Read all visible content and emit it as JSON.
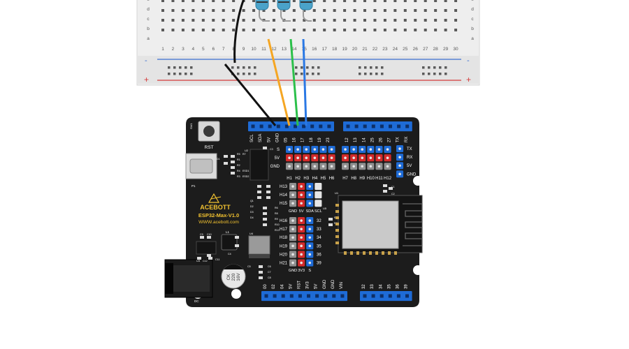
{
  "breadboard": {
    "row_letters_top": [
      "e",
      "d",
      "c",
      "b",
      "a"
    ],
    "column_numbers": [
      "1",
      "2",
      "3",
      "4",
      "5",
      "6",
      "7",
      "8",
      "9",
      "10",
      "11",
      "12",
      "13",
      "14",
      "15",
      "16",
      "17",
      "18",
      "19",
      "20",
      "21",
      "22",
      "23",
      "24",
      "25",
      "26",
      "27",
      "28",
      "29",
      "30"
    ],
    "rail_minus": "-",
    "rail_plus": "+"
  },
  "board": {
    "brand": "ACEBOTT",
    "model": "ESP32-Max-V1.0",
    "website": "WWW.acebott.com",
    "rst_label": "RST",
    "sw_label": "SW1",
    "p1_label": "P1",
    "dc_label": "DC",
    "l1_label": "L1",
    "u1_label": "U1",
    "u2_label": "U2",
    "u3_label": "U3",
    "u4_label": "U4",
    "u5_label": "U5",
    "cap_lines": [
      "CK",
      "220",
      "16V"
    ],
    "top_header_left": [
      "SCL",
      "SDA",
      "5V",
      "GND",
      "05",
      "16",
      "17",
      "18",
      "19",
      "23"
    ],
    "top_header_right": [
      "12",
      "13",
      "14",
      "25",
      "26",
      "27",
      "TX",
      "RX"
    ],
    "row_labels_sv_g": [
      "S",
      "5V",
      "GND"
    ],
    "h_labels_top": [
      "H1",
      "H2",
      "H3",
      "H4",
      "H5",
      "H6",
      "H7",
      "H8",
      "H9",
      "H10",
      "H11",
      "H12"
    ],
    "uart_labels": [
      "TX",
      "RX",
      "5V",
      "GND"
    ],
    "mid_left_labels": [
      "H13",
      "H14",
      "H15"
    ],
    "mid_bottom_labels": [
      "GND",
      "5V",
      "SDA",
      "SCL"
    ],
    "lower_left_labels": [
      "H16",
      "H17",
      "H18",
      "H19",
      "H20",
      "H21"
    ],
    "lower_right_labels": [
      "32",
      "33",
      "34",
      "35",
      "36",
      "39"
    ],
    "lower_bottom_labels": [
      "GND",
      "3V3",
      "S"
    ],
    "bottom_header_left": [
      "00",
      "02",
      "04",
      "5V",
      "RST",
      "3V3",
      "5V",
      "GND",
      "GND",
      "VIN"
    ],
    "bottom_header_right": [
      "32",
      "33",
      "34",
      "35",
      "36",
      "39"
    ],
    "small_labels": [
      "R5",
      "R1",
      "R2",
      "R4",
      "R3",
      "D1",
      "ESD1",
      "ESD2",
      "R7",
      "C3",
      "C4",
      "C5",
      "C6",
      "C7",
      "C8",
      "C9",
      "C10",
      "C11",
      "C1",
      "C2",
      "R6",
      "R8",
      "R9",
      "R10",
      "R11",
      "R12",
      "R13",
      "Q1",
      "D2",
      "D3",
      "D4",
      "C12"
    ]
  },
  "colors": {
    "board": "#1c1c1c",
    "header_blue": "#1e6bd6",
    "pin_red": "#d42a2a",
    "pin_gray": "#8f8f8f",
    "label_yellow": "#f2c230",
    "wire_orange": "#f5a623",
    "wire_green": "#2bc04a",
    "wire_blue": "#2a78e4",
    "wire_black": "#111111",
    "breadboard": "#ececec"
  }
}
